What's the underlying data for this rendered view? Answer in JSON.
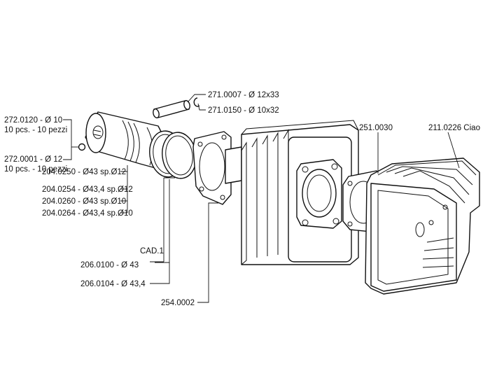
{
  "labels": {
    "pin_33": "271.0007 - Ø 12x33",
    "pin_32": "271.0150 - Ø 10x32",
    "clip_10": "272.0120 - Ø 10",
    "clip_10_qty": "10 pcs. - 10 pezzi",
    "clip_12": "272.0001 - Ø 12",
    "clip_12_qty": "10 pcs. - 10 pezzi",
    "head_gasket": "251.0030",
    "head": "211.0226 Ciao",
    "piston_1": "204.0250 - Ø43 sp.Ø12",
    "piston_2": "204.0254 - Ø43,4 sp.Ø12",
    "piston_3": "204.0260 - Ø43 sp.Ø10",
    "piston_4": "204.0264 - Ø43,4 sp.Ø10",
    "cad": "CAD.1",
    "ring_43": "206.0100 - Ø 43",
    "ring_434": "206.0104 - Ø 43,4",
    "base_gasket": "254.0002"
  }
}
